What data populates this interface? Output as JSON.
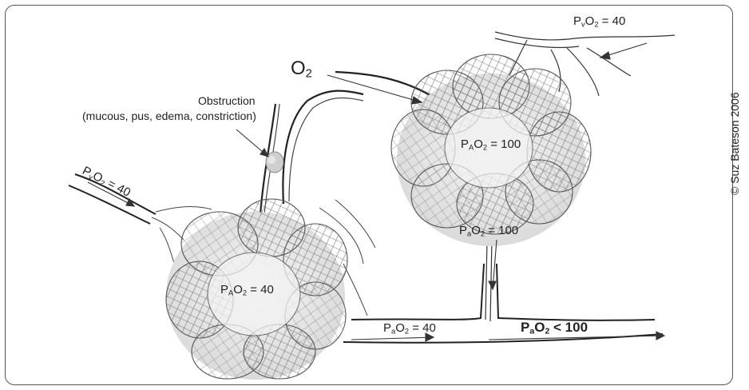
{
  "labels": {
    "o2": {
      "main": "O",
      "sub": "2"
    },
    "obstruction_title": "Obstruction",
    "obstruction_detail": "(mucous, pus, edema, constriction)",
    "pvo2_top": {
      "p": "P",
      "s1": "v",
      "o": "O",
      "s2": "2",
      "val": " = 40"
    },
    "pvo2_left": {
      "p": "P",
      "s1": "v",
      "o": "O",
      "s2": "2",
      "val": " = 40"
    },
    "pao2_alveolus_top": {
      "p": "P",
      "s1": "A",
      "o": "O",
      "s2": "2",
      "val": " = 100"
    },
    "pao2_alveolus_bottom": {
      "p": "P",
      "s1": "A",
      "o": "O",
      "s2": "2",
      "val": " = 40"
    },
    "pao2_capillary_top": {
      "p": "P",
      "s1": "a",
      "o": "O",
      "s2": "2",
      "val": " = 100"
    },
    "pao2_capillary_bottom": {
      "p": "P",
      "s1": "a",
      "o": "O",
      "s2": "2",
      "val": " = 40"
    },
    "pao2_mixed": {
      "p": "P",
      "s1": "a",
      "o": "O",
      "s2": "2",
      "val": " < 100"
    }
  },
  "copyright": "© Suz Bateson 2006"
}
